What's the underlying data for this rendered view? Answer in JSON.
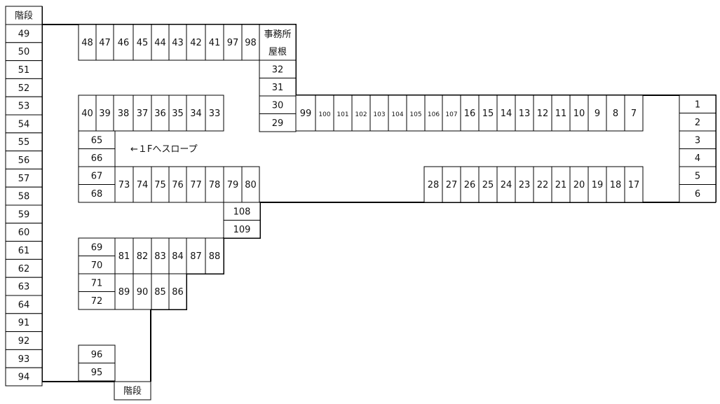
{
  "stairs_top": "階段",
  "stairs_bottom": "階段",
  "office_roof_line1": "事務所",
  "office_roof_line2": "屋根",
  "ramp_note": "←１Fへスロープ",
  "left_column": [
    "49",
    "50",
    "51",
    "52",
    "53",
    "54",
    "55",
    "56",
    "57",
    "58",
    "59",
    "60",
    "61",
    "62",
    "63",
    "64",
    "91",
    "92",
    "93",
    "94"
  ],
  "top_row": [
    "48",
    "47",
    "46",
    "45",
    "44",
    "43",
    "42",
    "41",
    "97",
    "98"
  ],
  "office_column": [
    "32",
    "31",
    "30",
    "29"
  ],
  "middle_row": [
    "40",
    "39",
    "38",
    "37",
    "36",
    "35",
    "34",
    "33"
  ],
  "ramp_stack": [
    "65",
    "66",
    "67",
    "68"
  ],
  "lower_row": [
    "73",
    "74",
    "75",
    "76",
    "77",
    "78",
    "79",
    "80"
  ],
  "right_stack": [
    "108",
    "109"
  ],
  "east_upper_row": [
    "99",
    "100",
    "101",
    "102",
    "103",
    "104",
    "105",
    "106",
    "107",
    "16",
    "15",
    "14",
    "13",
    "12",
    "11",
    "10",
    "9",
    "8",
    "7"
  ],
  "east_lower_row": [
    "28",
    "27",
    "26",
    "25",
    "24",
    "23",
    "22",
    "21",
    "20",
    "19",
    "18",
    "17"
  ],
  "far_right_column": [
    "1",
    "2",
    "3",
    "4",
    "5",
    "6"
  ],
  "block_a_stack": [
    "69",
    "70",
    "71",
    "72"
  ],
  "block_a_upper": [
    "81",
    "82",
    "83",
    "84",
    "87",
    "88"
  ],
  "block_a_lower": [
    "89",
    "90",
    "85",
    "86"
  ],
  "bottom_stack": [
    "96",
    "95"
  ]
}
